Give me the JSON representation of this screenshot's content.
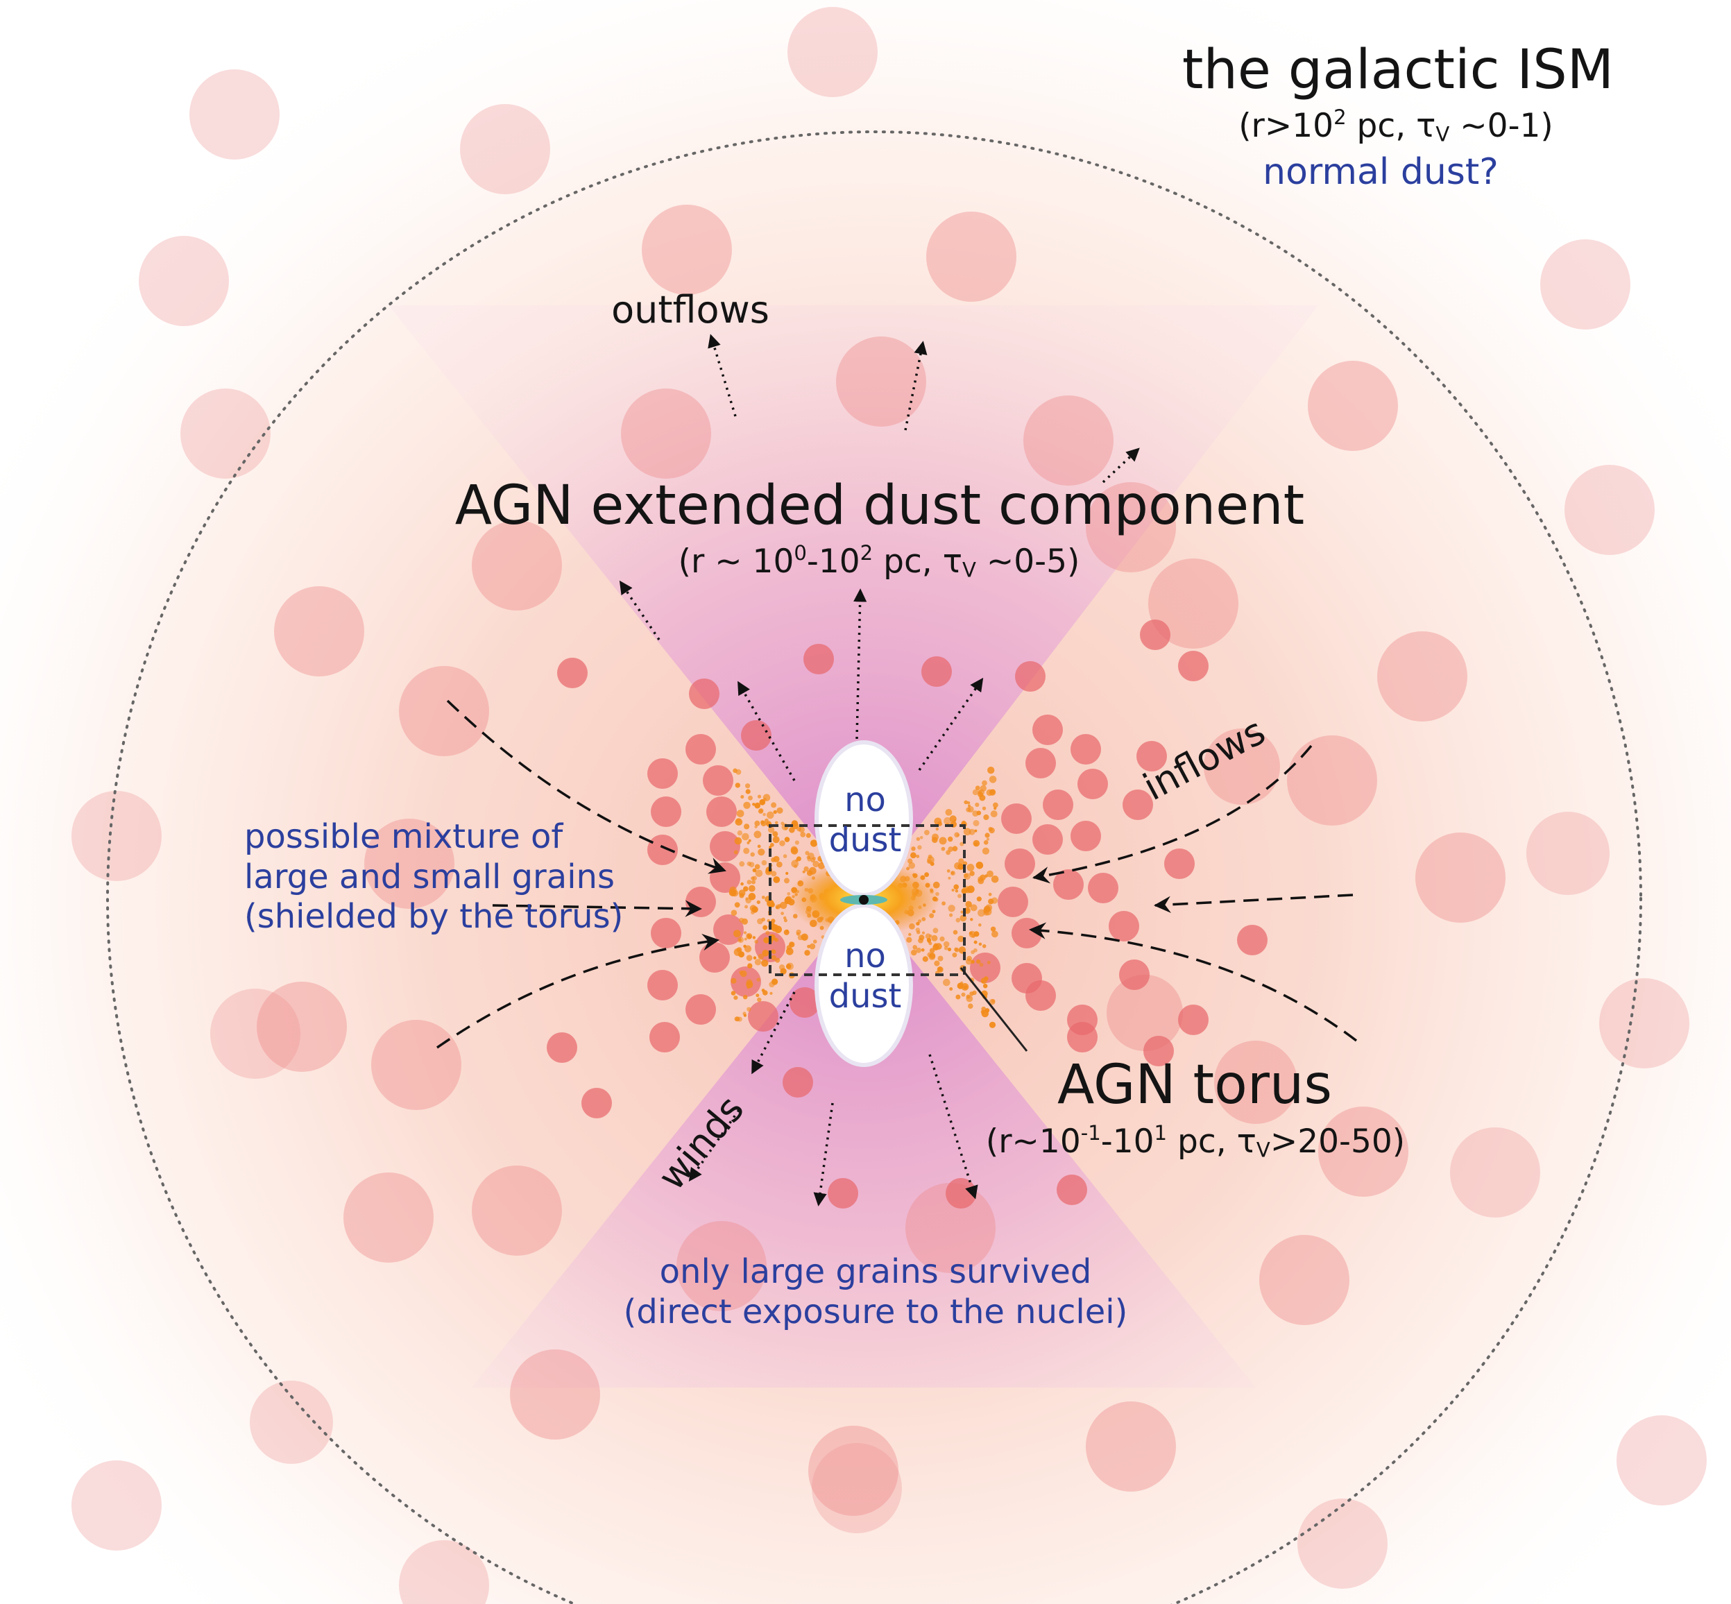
{
  "ism": {
    "title": "the galactic ISM",
    "params": {
      "open": "(r>10",
      "sup": "2",
      "mid": " pc, τ",
      "sub": "V",
      "close": " ~0-1)"
    },
    "note": "normal dust?"
  },
  "outflows": "outflows",
  "extended": {
    "title": "AGN extended dust component",
    "params": {
      "p1": "(r ~ 10",
      "s1": "0",
      "p2": "-10",
      "s2": "2",
      "p3": " pc, τ",
      "sub": "V",
      "p4": " ~0-5)"
    }
  },
  "inflows": "inflows",
  "winds": "winds",
  "no_dust_top": {
    "line1": "no",
    "line2": "dust"
  },
  "no_dust_bottom": {
    "line1": "no",
    "line2": "dust"
  },
  "mixture": {
    "line1": "possible mixture of",
    "line2": "large and small grains",
    "line3": "(shielded by the torus)"
  },
  "torus": {
    "title": "AGN torus",
    "params": {
      "p1": "(r~10",
      "s1": "-1",
      "p2": "-10",
      "s2": "1",
      "p3": " pc, τ",
      "sub": "V",
      "p4": ">20-50)"
    }
  },
  "large_grains": {
    "line1": "only large grains survived",
    "line2": "(direct exposure to the nuclei)"
  },
  "colors": {
    "cloud": "#f08f8f",
    "cloud_dense": "#e86a6e",
    "cone": "#d98fd0",
    "torus": "#f28c1c",
    "label_blue": "#2b3f9e",
    "label_black": "#141414"
  },
  "icons": [
    "arrow-icon",
    "dust-cloud-icon",
    "torus-icon",
    "black-hole-icon"
  ]
}
